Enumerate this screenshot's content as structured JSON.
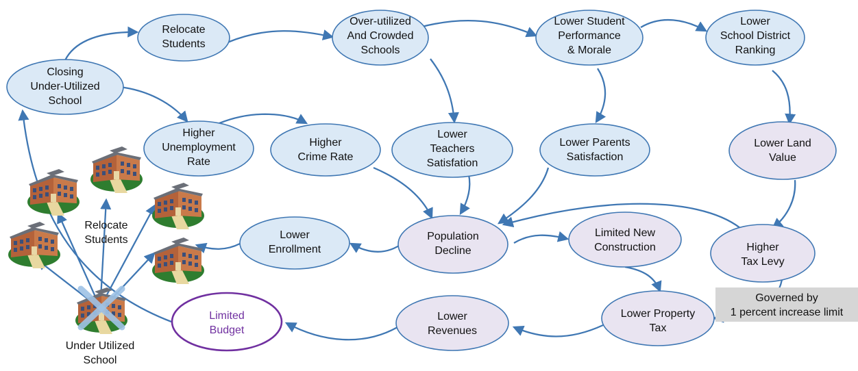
{
  "nodes": {
    "closing_school": [
      "Closing",
      "Under-Utilized",
      "School"
    ],
    "relocate_students_top": [
      "Relocate",
      "Students"
    ],
    "overutilized_schools": [
      "Over-utilized",
      "And Crowded",
      "Schools"
    ],
    "lower_student_performance": [
      "Lower Student",
      "Performance",
      "& Morale"
    ],
    "lower_district_ranking": [
      "Lower",
      "School District",
      "Ranking"
    ],
    "higher_unemployment": [
      "Higher",
      "Unemployment",
      "Rate"
    ],
    "higher_crime": [
      "Higher",
      "Crime Rate"
    ],
    "lower_teachers_satisfaction": [
      "Lower",
      "Teachers",
      "Satisfation"
    ],
    "lower_parents_satisfaction": [
      "Lower Parents",
      "Satisfaction"
    ],
    "lower_land_value": [
      "Lower Land",
      "Value"
    ],
    "lower_enrollment": [
      "Lower",
      "Enrollment"
    ],
    "population_decline": [
      "Population",
      "Decline"
    ],
    "limited_new_construction": [
      "Limited New",
      "Construction"
    ],
    "higher_tax_levy": [
      "Higher",
      "Tax Levy"
    ],
    "limited_budget": [
      "Limited",
      "Budget"
    ],
    "lower_revenues": [
      "Lower",
      "Revenues"
    ],
    "lower_property_tax": [
      "Lower Property",
      "Tax"
    ]
  },
  "labels": {
    "relocate_students_cluster": [
      "Relocate",
      "Students"
    ],
    "under_utilized_school": [
      "Under Utilized",
      "School"
    ],
    "governed_by": [
      "Governed by",
      "1 percent increase limit"
    ]
  },
  "colors": {
    "blue_fill": "#dbe9f6",
    "lavender_fill": "#e9e4f1",
    "outline": "#3f77b3",
    "budget_outline": "#7030a0",
    "budget_text": "#7030a0",
    "arrow": "#3f77b3",
    "note_box": "#d6d6d6"
  },
  "icons": {
    "school_building": "school-building-icon",
    "closed_school": "crossed-out-school-icon"
  }
}
